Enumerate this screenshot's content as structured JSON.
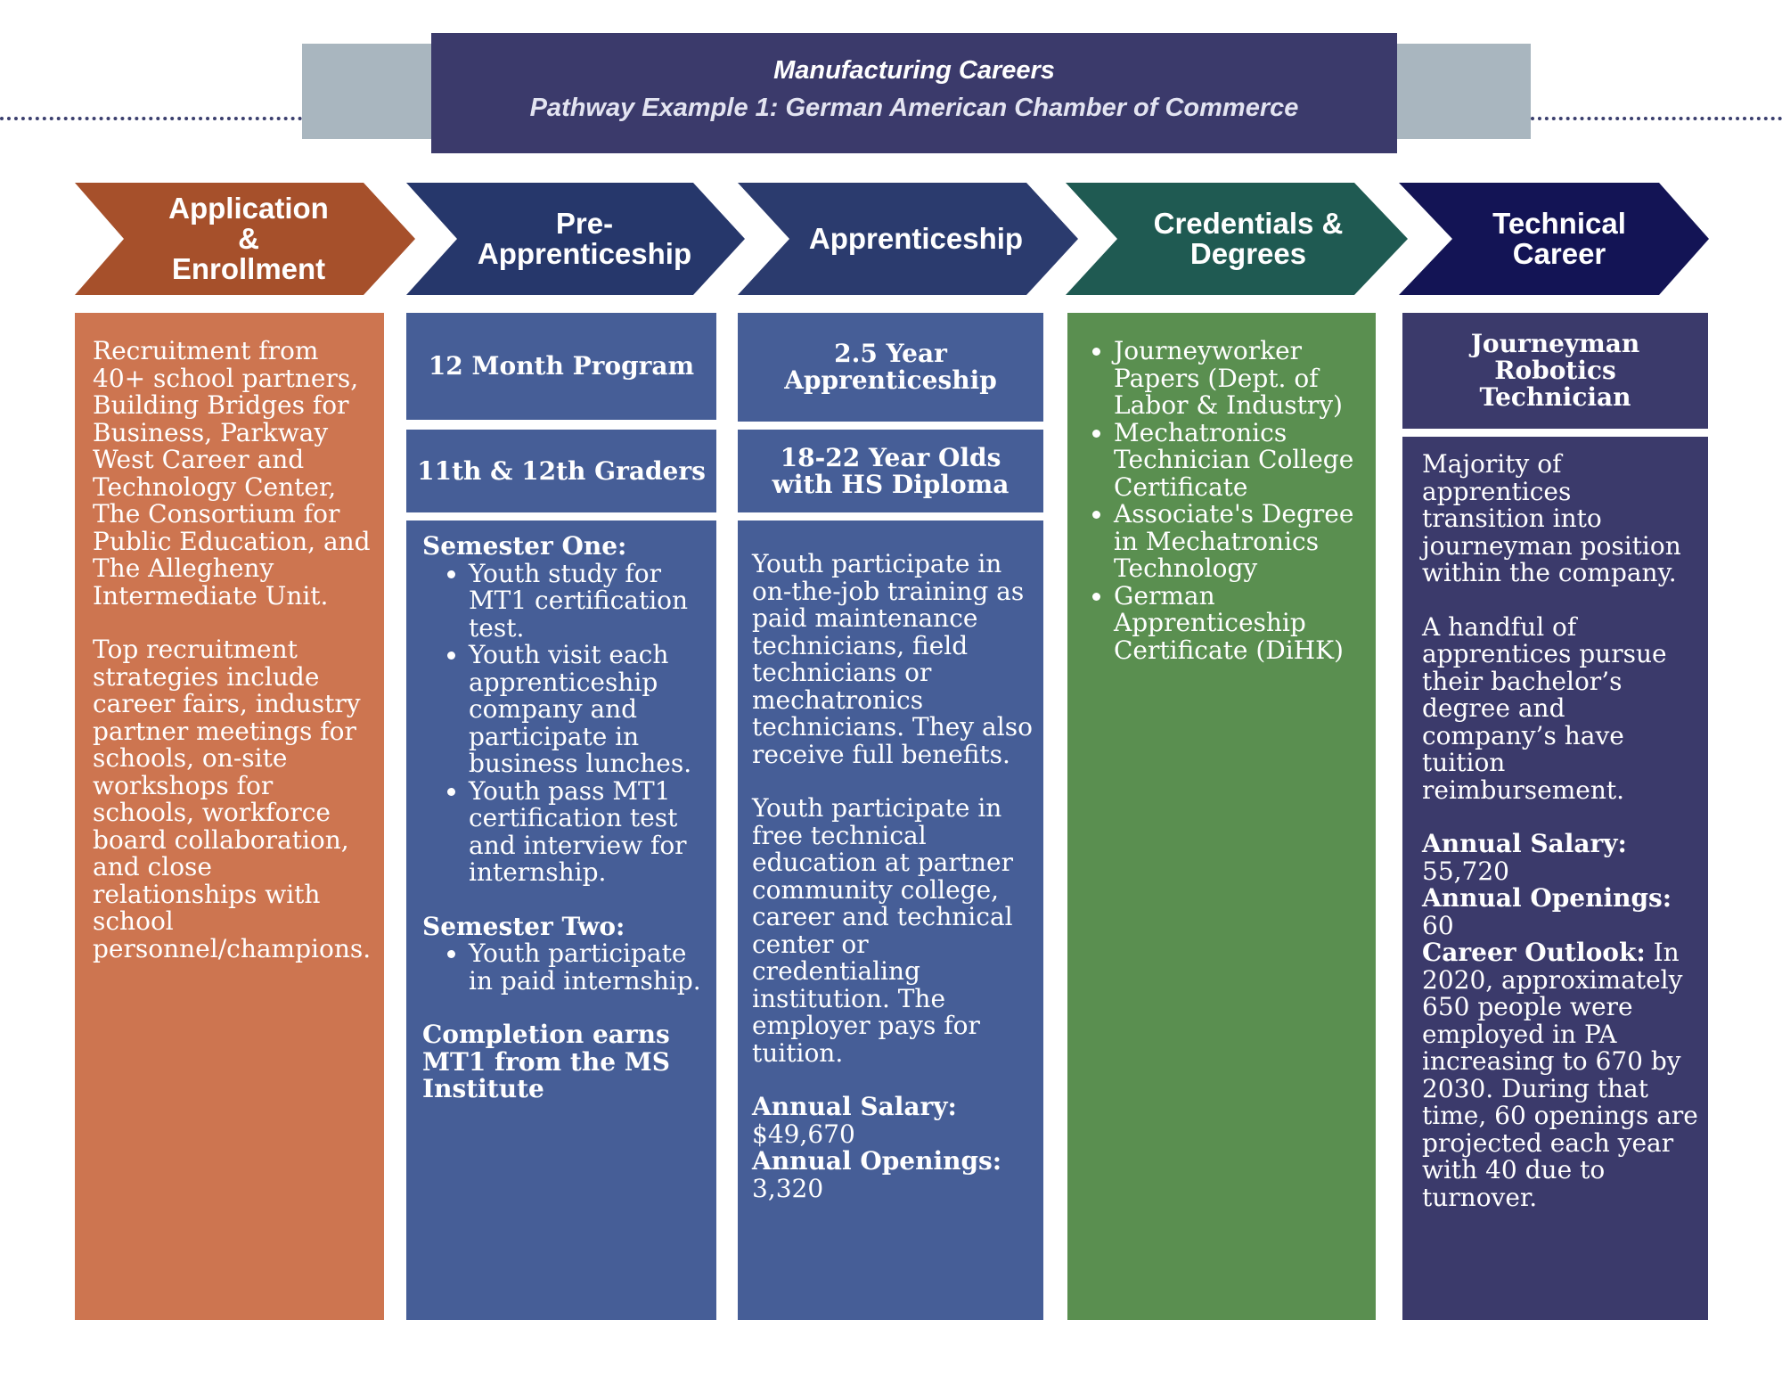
{
  "header": {
    "title": "Manufacturing Careers",
    "subtitle": "Pathway Example 1: German American Chamber of Commerce"
  },
  "colors": {
    "application": "#a6502b",
    "application_body": "#cd7550",
    "pre_apprenticeship": "#26376b",
    "apprenticeship": "#2b3b6e",
    "blue_body": "#465e97",
    "credentials": "#1f5a52",
    "credentials_body": "#5a8f50",
    "career": "#131455",
    "career_body": "#3b3a6b",
    "header": "#3b3a6b",
    "band": "#a9b6bf"
  },
  "stages": [
    {
      "label": "Application & Enrollment"
    },
    {
      "label": "Pre-Apprenticeship"
    },
    {
      "label": "Apprenticeship"
    },
    {
      "label": "Credentials & Degrees"
    },
    {
      "label": "Technical Career"
    }
  ],
  "application": {
    "p1": "Recruitment from 40+ school partners, Building Bridges for Business, Parkway West Career and Technology Center, The Consortium for Public Education, and The Allegheny Intermediate Unit.",
    "p2": "Top recruitment strategies include career fairs, industry partner meetings for schools, on-site workshops for schools, workforce board collaboration, and close relationships with school personnel/champions."
  },
  "pre_apprenticeship": {
    "box1": "12 Month Program",
    "box2": "11th & 12th Graders",
    "semester_one_heading": "Semester One:",
    "semester_one_items": [
      "Youth study for MT1 certification test.",
      "Youth visit each apprenticeship company and participate in business lunches.",
      "Youth pass MT1 certification test and interview for internship."
    ],
    "semester_two_heading": "Semester Two:",
    "semester_two_items": [
      "Youth participate in paid internship."
    ],
    "completion": "Completion earns MT1 from the MS Institute"
  },
  "apprenticeship": {
    "box1": "2.5 Year Apprenticeship",
    "box2": "18-22 Year Olds with HS Diploma",
    "p1": "Youth participate in on-the-job training as paid maintenance technicians, field technicians or mechatronics technicians. They also receive full benefits.",
    "p2": "Youth participate in free technical education at partner community college, career and technical center or credentialing institution. The employer pays for tuition.",
    "salary_label": "Annual Salary:",
    "salary_value": "$49,670",
    "openings_label": "Annual Openings:",
    "openings_value": "3,320"
  },
  "credentials": {
    "items": [
      "Journeyworker Papers (Dept. of Labor & Industry)",
      "Mechatronics Technician College Certificate",
      "Associate's Degree in Mechatronics Technology",
      "German Apprenticeship Certificate (DiHK)"
    ]
  },
  "career": {
    "box1": "Journeyman Robotics Technician",
    "p1": "Majority of apprentices transition into journeyman position within the company.",
    "p2": "A handful of apprentices pursue their bachelor’s degree and company’s have tuition reimbursement.",
    "salary_label": "Annual Salary:",
    "salary_value": "55,720",
    "openings_label": "Annual Openings:",
    "openings_value": "60",
    "outlook_label": "Career Outlook:",
    "outlook_text": " In 2020, approximately 650 people were employed in PA increasing to 670 by 2030. During that time, 60 openings are projected each year with 40 due to turnover."
  }
}
